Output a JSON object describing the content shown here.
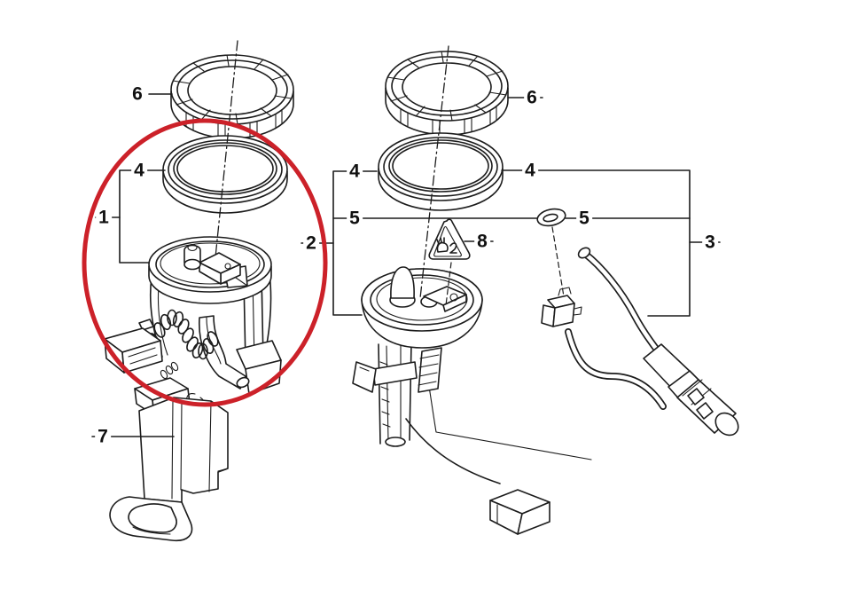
{
  "colors": {
    "background": "#ffffff",
    "line_art": "#1c1c1c",
    "highlight_ring": "#cc2129"
  },
  "callouts": {
    "one": {
      "label": "1"
    },
    "two": {
      "label": "2"
    },
    "three": {
      "label": "3"
    },
    "four_left": {
      "label": "4"
    },
    "four_middle": {
      "label": "4"
    },
    "four_right": {
      "label": "4"
    },
    "five_middle": {
      "label": "5"
    },
    "five_right": {
      "label": "5"
    },
    "six_left": {
      "label": "6"
    },
    "six_right": {
      "label": "6"
    },
    "seven": {
      "label": "7"
    },
    "eight": {
      "label": "8"
    }
  },
  "parts": {
    "lock_ring_left": "lock-ring-icon",
    "lock_ring_middle": "lock-ring-icon",
    "seal_ring_left": "seal-ring-icon",
    "seal_ring_middle": "seal-ring-icon",
    "fuel_pump_module": "fuel-pump-module-icon",
    "holder_bracket": "holder-bracket-icon",
    "level_sensor": "level-sensor-float-icon",
    "o_ring": "o-ring-icon",
    "warning_triangle": "caution-triangle-icon",
    "suction_jet_pump": "suction-jet-pump-hoses-icon",
    "highlight_circle": "red-highlight-ellipse"
  }
}
